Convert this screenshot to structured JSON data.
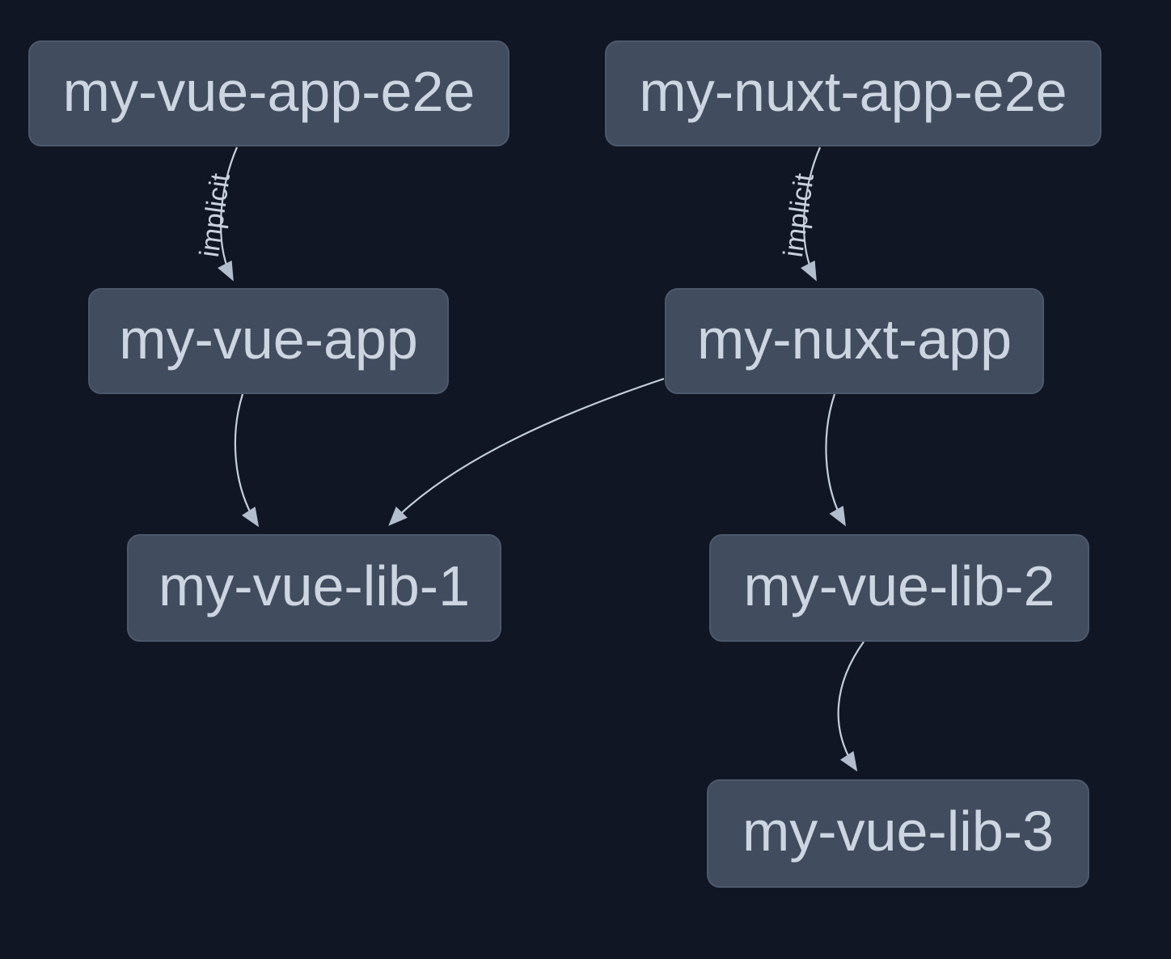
{
  "graph": {
    "nodes": [
      {
        "id": "my-vue-app-e2e",
        "label": "my-vue-app-e2e"
      },
      {
        "id": "my-nuxt-app-e2e",
        "label": "my-nuxt-app-e2e"
      },
      {
        "id": "my-vue-app",
        "label": "my-vue-app"
      },
      {
        "id": "my-nuxt-app",
        "label": "my-nuxt-app"
      },
      {
        "id": "my-vue-lib-1",
        "label": "my-vue-lib-1"
      },
      {
        "id": "my-vue-lib-2",
        "label": "my-vue-lib-2"
      },
      {
        "id": "my-vue-lib-3",
        "label": "my-vue-lib-3"
      }
    ],
    "edges": [
      {
        "source": "my-vue-app-e2e",
        "target": "my-vue-app",
        "label": "implicit"
      },
      {
        "source": "my-nuxt-app-e2e",
        "target": "my-nuxt-app",
        "label": "implicit"
      },
      {
        "source": "my-vue-app",
        "target": "my-vue-lib-1",
        "label": ""
      },
      {
        "source": "my-nuxt-app",
        "target": "my-vue-lib-1",
        "label": ""
      },
      {
        "source": "my-nuxt-app",
        "target": "my-vue-lib-2",
        "label": ""
      },
      {
        "source": "my-vue-lib-2",
        "target": "my-vue-lib-3",
        "label": ""
      }
    ]
  },
  "colors": {
    "background": "#101624",
    "node_fill": "#414c5e",
    "node_border": "#4d586a",
    "node_text": "#cdd5e1",
    "edge_line": "#c6cfdc",
    "edge_arrow": "#b2bdcd",
    "edge_label_text": "#c9d1de"
  }
}
